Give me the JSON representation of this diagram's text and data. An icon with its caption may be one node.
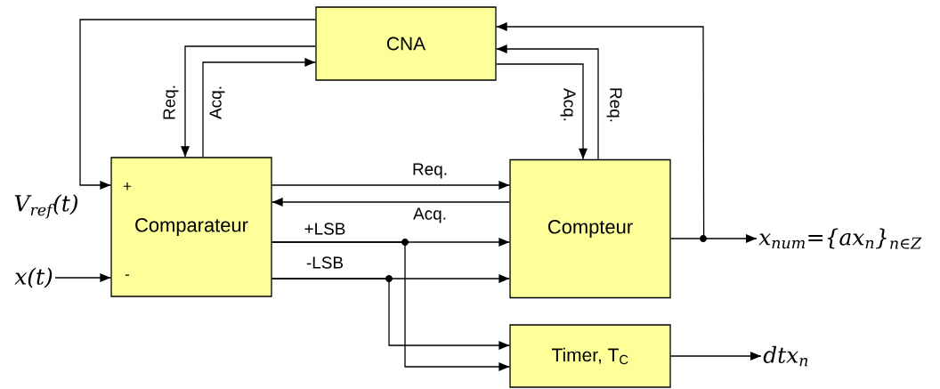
{
  "diagram": {
    "nodes": [
      {
        "text": [
          "CNA"
        ]
      },
      {
        "text": [
          "Comparateur"
        ]
      },
      {
        "text": [
          "Compteur"
        ]
      },
      {
        "text": [
          "Timer, T$_{C}$"
        ]
      },
      {
        "text": [
          "x(t)"
        ]
      },
      {
        "text": [
          "x$_{num}$={ax$_{n}$}$_{n∈Z}$"
        ]
      },
      {
        "text": [
          "dtx$_{n}$"
        ]
      }
    ],
    "edges": [
      {
        "from": 0,
        "to": 1,
        "arrow": "to"
      },
      {
        "from": 0,
        "to": 1,
        "label": "Req.",
        "arrow": "to"
      },
      {
        "from": 1,
        "to": 0,
        "label": "Acq.",
        "arrow": "to"
      },
      {
        "from": 0,
        "to": 2,
        "label": "Acq.",
        "arrow": "to"
      },
      {
        "from": 2,
        "to": 0,
        "label": "Req.",
        "arrow": "to"
      },
      {
        "from": 2,
        "to": 0,
        "arrow": "to"
      },
      {
        "from": 2,
        "to": 5,
        "arrow": "to"
      },
      {
        "from": 1,
        "to": 2,
        "label": "Req.",
        "arrow": "to"
      },
      {
        "from": 2,
        "to": 1,
        "label": "Acq.",
        "arrow": "to"
      },
      {
        "from": 1,
        "to": 2,
        "label": "+LSB",
        "arrow": "to"
      },
      {
        "from": 1,
        "to": 2,
        "label": "-LSB",
        "arrow": "to"
      },
      {
        "from": 1,
        "to": 3,
        "arrow": "to"
      },
      {
        "from": 1,
        "to": 3,
        "arrow": "to"
      },
      {
        "from": 4,
        "to": 1,
        "arrow": "to"
      },
      {
        "from": 3,
        "to": 6,
        "arrow": "to"
      }
    ],
    "labels": [
      "V$_{ref}$(t)",
      "+",
      "-"
    ]
  }
}
